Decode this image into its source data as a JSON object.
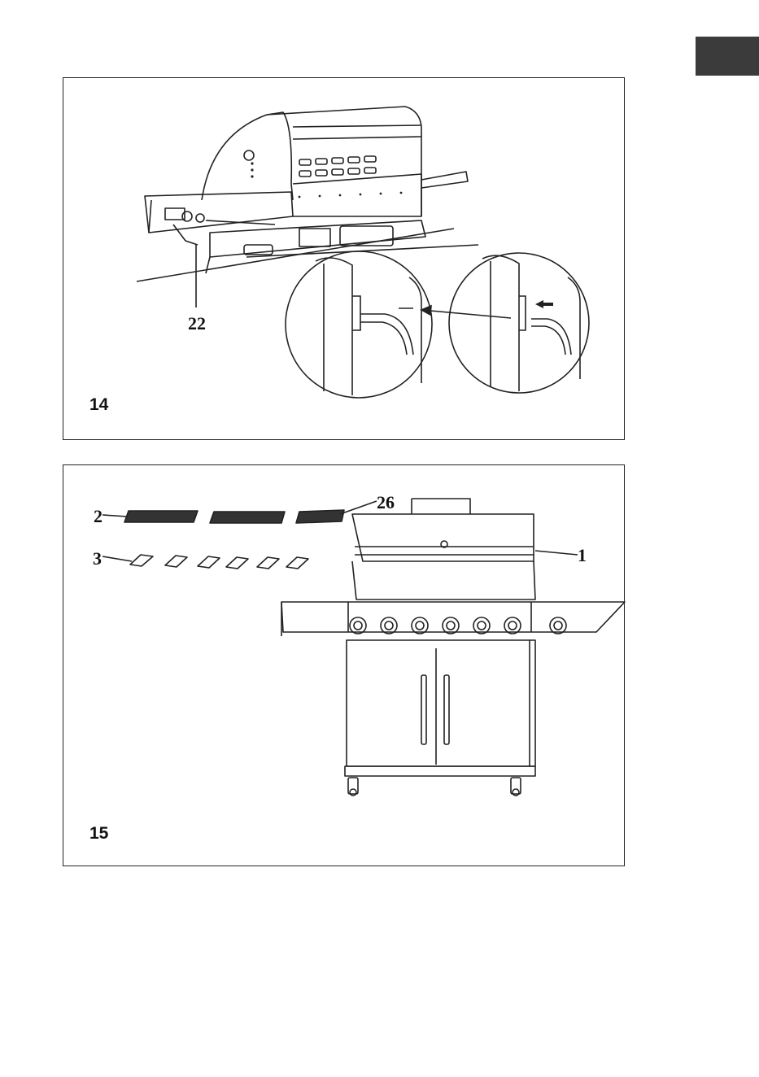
{
  "language_tab": {
    "color": "#3b3b3b"
  },
  "figures": [
    {
      "number": "14",
      "callouts": {
        "part_22": "22"
      }
    },
    {
      "number": "15",
      "callouts": {
        "part_2": "2",
        "part_26": "26",
        "part_3": "3",
        "part_1": "1"
      }
    }
  ]
}
